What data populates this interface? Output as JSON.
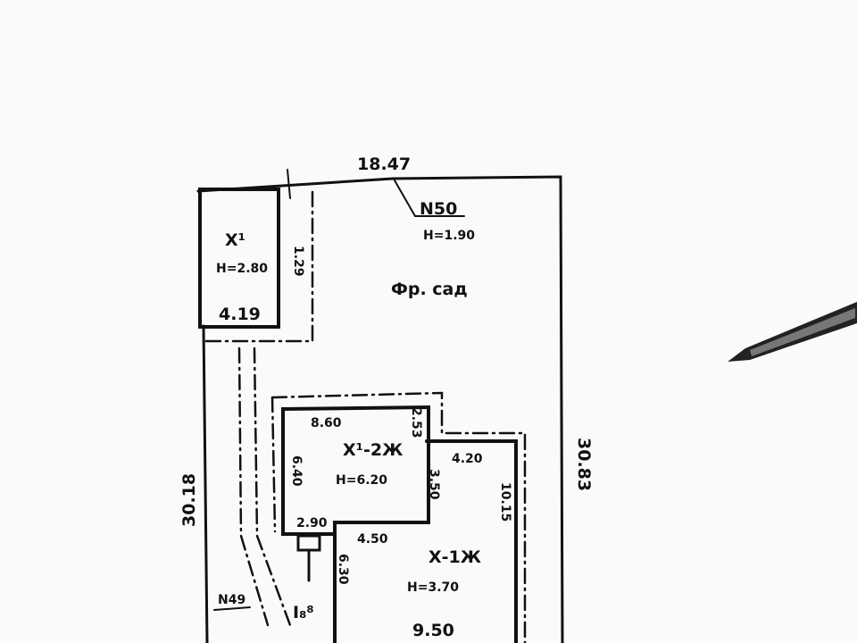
{
  "plot": {
    "top_length": "18.47",
    "left_length": "30.18",
    "right_length": "30.83",
    "point_north": "N50",
    "point_north_height": "H=1.90",
    "point_southwest": "N49",
    "garden_label": "Фр. сад",
    "annex": {
      "label": "Х¹",
      "height": "H=2.80",
      "side": "1.29",
      "width": "4.19"
    },
    "house_upper": {
      "label": "Х¹-2Ж",
      "height": "H=6.20",
      "width": "8.60",
      "depth": "6.40",
      "offset": "2.53",
      "step": "2.90"
    },
    "house_lower": {
      "label": "Х-1Ж",
      "height": "H=3.70",
      "width_top": "4.20",
      "depth_inner": "3.50",
      "depth": "10.15",
      "inner_width": "4.50",
      "inner_depth": "6.30",
      "bottom": "9.50"
    },
    "entrance_label": "I₈⁸"
  },
  "colors": {
    "ink": "#111111",
    "paper": "#fafafa"
  }
}
